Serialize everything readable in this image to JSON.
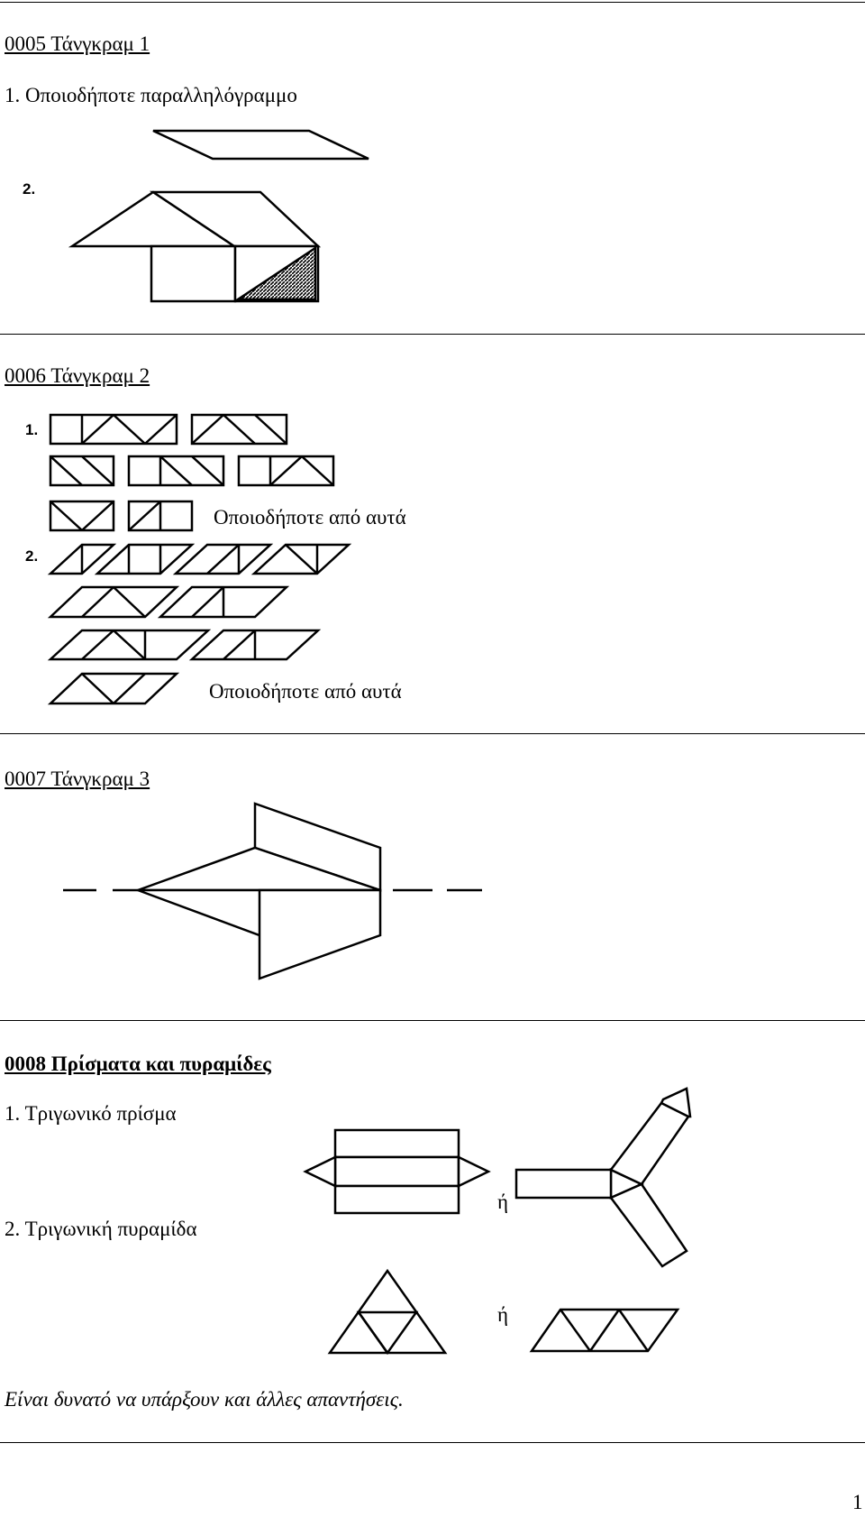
{
  "sections": {
    "s0005": {
      "heading": "0005 Τάνγκραμ 1",
      "item1": "1.  Οποιοδήποτε παραλληλόγραμμο",
      "item2_num": "2."
    },
    "s0006": {
      "heading": "0006 Τάνγκραμ 2",
      "item1_num": "1.",
      "item2_num": "2.",
      "note_rect": "Οποιοδήποτε από αυτά",
      "note_para": "Οποιοδήποτε από αυτά"
    },
    "s0007": {
      "heading": "0007 Τάνγκραμ 3"
    },
    "s0008": {
      "heading": "0008 Πρίσματα και πυραμίδες",
      "item1": "1.  Τριγωνικό πρίσμα",
      "item2": "2.  Τριγωνική πυραμίδα",
      "or1": "ή",
      "or2": "ή",
      "closing": "Είναι δυνατό να υπάρξουν και άλλες απαντήσεις."
    }
  },
  "page_number": "1",
  "colors": {
    "ink": "#000000",
    "paper": "#ffffff"
  }
}
